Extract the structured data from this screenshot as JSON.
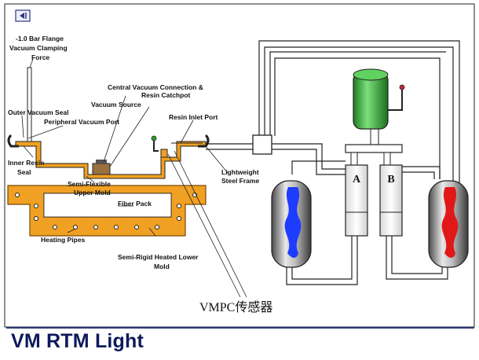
{
  "title": "VM RTM Light",
  "labels": {
    "flange_force_1": "-1.0 Bar Flange",
    "flange_force_2": "Vacuum Clamping",
    "flange_force_3": "Force",
    "central_vacuum_1": "Central Vacuum Connection &",
    "central_vacuum_2": "Resin Catchpot",
    "vacuum_source": "Vacuum Source",
    "outer_seal": "Outer Vacuum Seal",
    "peripheral_port": "Peripheral Vacuum Port",
    "resin_inlet": "Resin Inlet Port",
    "inner_seal_1": "Inner Resin",
    "inner_seal_2": "Seal",
    "upper_mold_1": "Semi-Flexible",
    "upper_mold_2": "Upper Mold",
    "steel_frame_1": "Lightweight",
    "steel_frame_2": "Steel Frame",
    "fiber_pack": "Fiber Pack",
    "heating_pipes": "Heating Pipes",
    "lower_mold_1": "Semi-Rigid Heated Lower",
    "lower_mold_2": "Mold",
    "vmpc": "VMPC传感器",
    "cyl_a": "A",
    "cyl_b": "B"
  },
  "colors": {
    "mold_orange": "#f0a022",
    "mold_stroke": "#7a4a08",
    "motor_green": "#3fbf3f",
    "resin_blue": "#1e3cff",
    "resin_red": "#e01818",
    "title_navy": "#0d1a5c"
  },
  "icons": {
    "back": "back-arrow-icon"
  }
}
